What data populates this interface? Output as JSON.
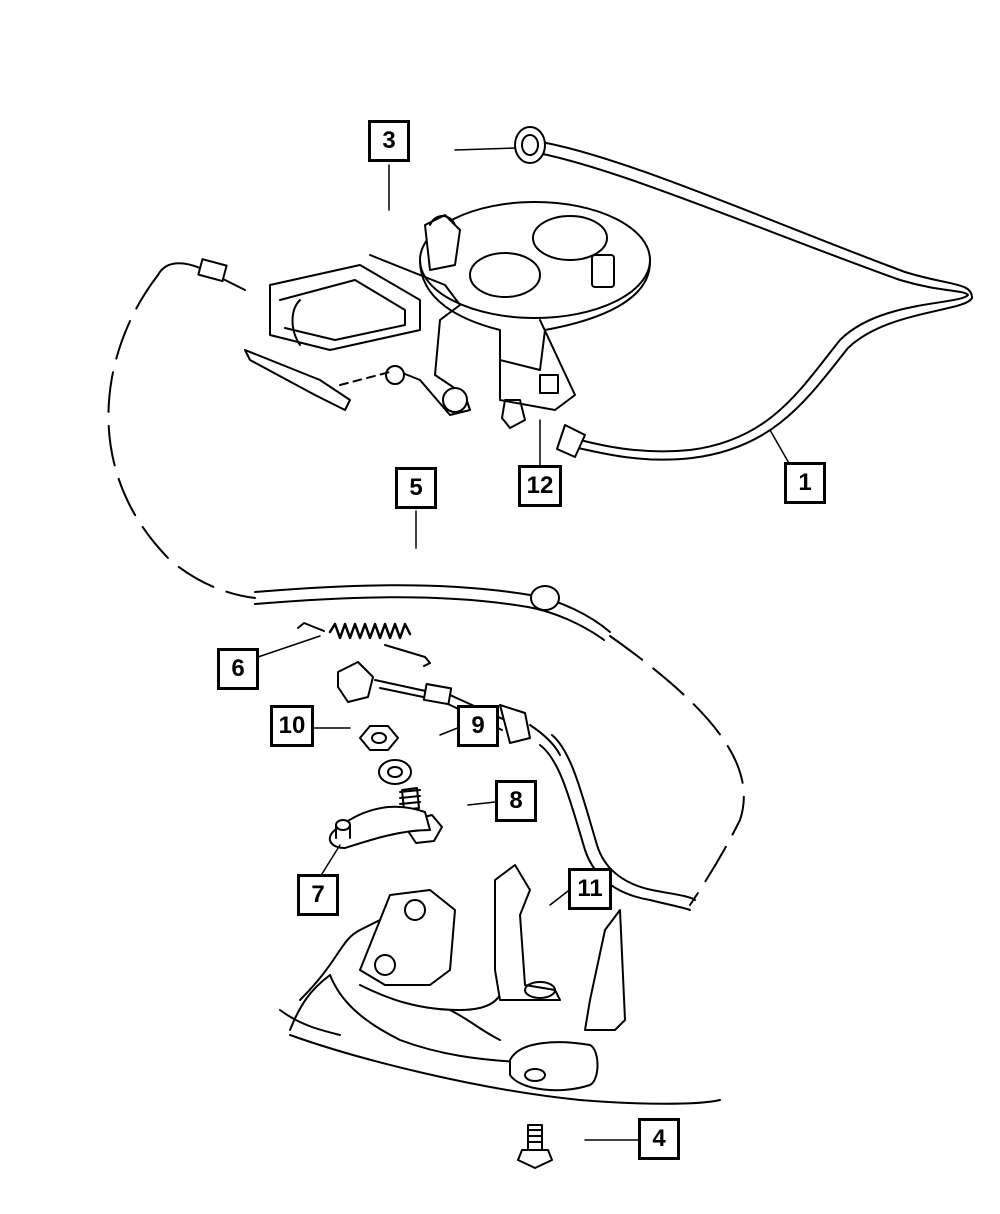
{
  "diagram": {
    "callouts": [
      {
        "id": "c1",
        "label": "1"
      },
      {
        "id": "c3",
        "label": "3"
      },
      {
        "id": "c4",
        "label": "4"
      },
      {
        "id": "c5",
        "label": "5"
      },
      {
        "id": "c6",
        "label": "6"
      },
      {
        "id": "c7",
        "label": "7"
      },
      {
        "id": "c8",
        "label": "8"
      },
      {
        "id": "c9",
        "label": "9"
      },
      {
        "id": "c10",
        "label": "10"
      },
      {
        "id": "c11",
        "label": "11"
      },
      {
        "id": "c12",
        "label": "12"
      }
    ]
  }
}
